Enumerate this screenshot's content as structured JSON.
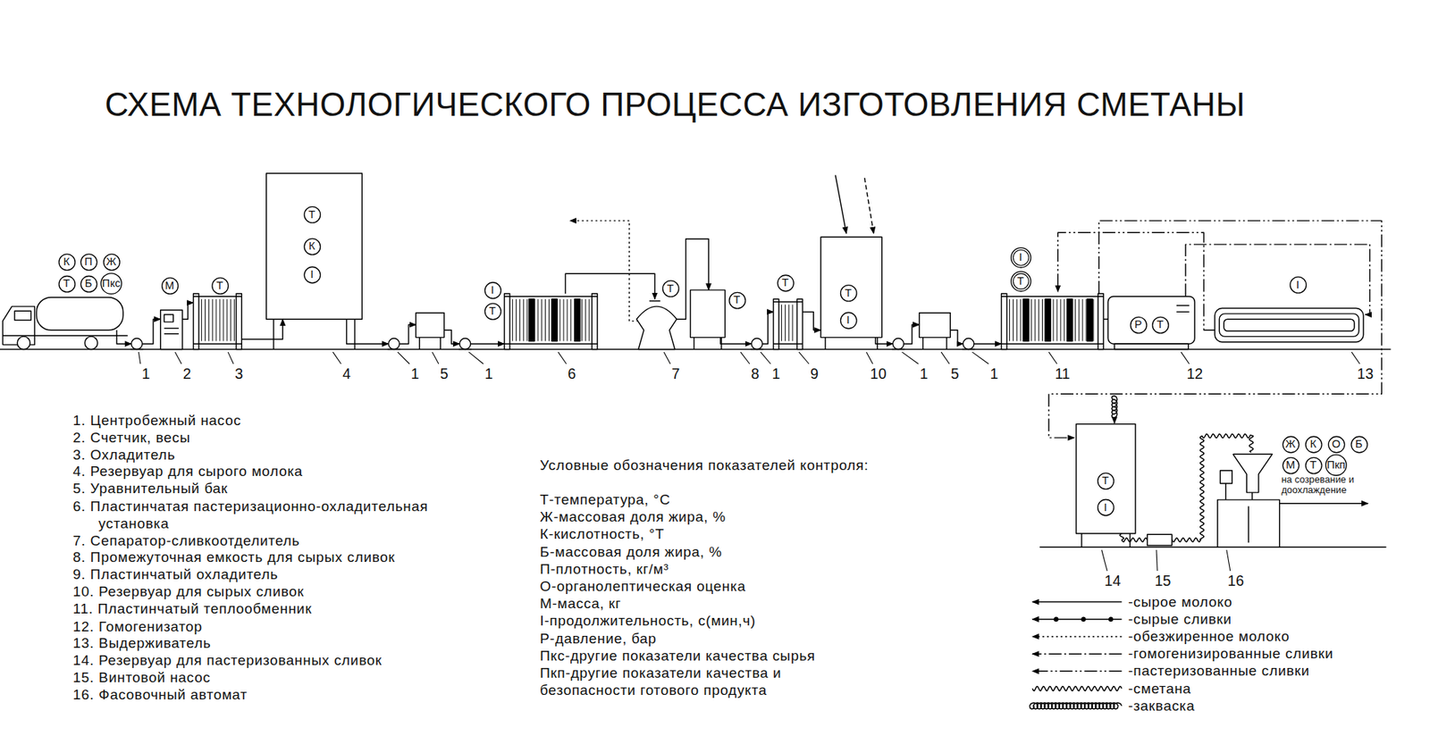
{
  "diagram": {
    "title": "СХЕМА ТЕХНОЛОГИЧЕСКОГО ПРОЦЕССА ИЗГОТОВЛЕНИЯ СМЕТАНЫ",
    "nodes": [
      {
        "text": [
          "К"
        ]
      },
      {
        "text": [
          "П"
        ]
      },
      {
        "text": [
          "Ж"
        ]
      },
      {
        "text": [
          "Т"
        ]
      },
      {
        "text": [
          "Б"
        ]
      },
      {
        "text": [
          "Пкс"
        ]
      },
      {
        "text": [
          "М"
        ]
      },
      {
        "text": [
          "Т"
        ]
      },
      {
        "text": [
          "Т"
        ]
      },
      {
        "text": [
          "К"
        ]
      },
      {
        "text": [
          "I"
        ]
      },
      {
        "text": [
          "I"
        ]
      },
      {
        "text": [
          "Т"
        ]
      },
      {
        "text": [
          "Т"
        ]
      },
      {
        "text": [
          "Т"
        ]
      },
      {
        "text": [
          "Т"
        ]
      },
      {
        "text": [
          "Т"
        ]
      },
      {
        "text": [
          "I"
        ]
      },
      {
        "text": [
          "I"
        ]
      },
      {
        "text": [
          "Т"
        ]
      },
      {
        "text": [
          "Р"
        ]
      },
      {
        "text": [
          "Т"
        ]
      },
      {
        "text": [
          "I"
        ]
      },
      {
        "text": [
          "Т"
        ]
      },
      {
        "text": [
          "I"
        ]
      },
      {
        "text": [
          "Ж"
        ]
      },
      {
        "text": [
          "К"
        ]
      },
      {
        "text": [
          "О"
        ]
      },
      {
        "text": [
          "Б"
        ]
      },
      {
        "text": [
          "М"
        ]
      },
      {
        "text": [
          "Т"
        ]
      },
      {
        "text": [
          "Пкп"
        ]
      }
    ],
    "labels": [
      "1",
      "2",
      "3",
      "4",
      "1",
      "5",
      "1",
      "6",
      "7",
      "8",
      "1",
      "9",
      "10",
      "1",
      "5",
      "1",
      "11",
      "12",
      "13",
      "14",
      "15",
      "16",
      "1. Центробежный насос",
      "2. Счетчик, весы",
      "3. Охладитель",
      "4. Резервуар для сырого молока",
      "5. Уравнительный бак",
      "6. Пластинчатая пастеризационно-охладительная установка",
      "7. Сепаратор-сливкоотделитель",
      "8. Промежуточная емкость для сырых сливок",
      "9. Пластинчатый охладитель",
      "10. Резервуар для сырых сливок",
      "11. Пластинчатый теплообменник",
      "12. Гомогенизатор",
      "13. Выдерживатель",
      "14. Резервуар для пастеризованных сливок",
      "15. Винтовой насос",
      "16. Фасовочный автомат",
      "Условные обозначения показателей контроля:",
      "Т-температура, °С",
      "Ж-массовая доля жира, %",
      "К-кислотность, °Т",
      "Б-массовая доля жира, %",
      "П-плотность, кг/м³",
      "О-органолептическая оценка",
      "М-масса, кг",
      "I-продолжительность, с(мин,ч)",
      "Р-давление, бар",
      "Пкс-другие показатели качества сырья",
      "Пкп-другие показатели качества и безопасности готового продукта",
      "на созревание и доохлаждение"
    ],
    "legend": [
      {
        "text": "-сырое молоко"
      },
      {
        "text": "-сырые сливки"
      },
      {
        "text": "-обезжиренное молоко"
      },
      {
        "text": "-гомогенизированные сливки"
      },
      {
        "text": "-пастеризованные сливки"
      },
      {
        "text": "-сметана"
      },
      {
        "text": "-закваска"
      }
    ]
  }
}
